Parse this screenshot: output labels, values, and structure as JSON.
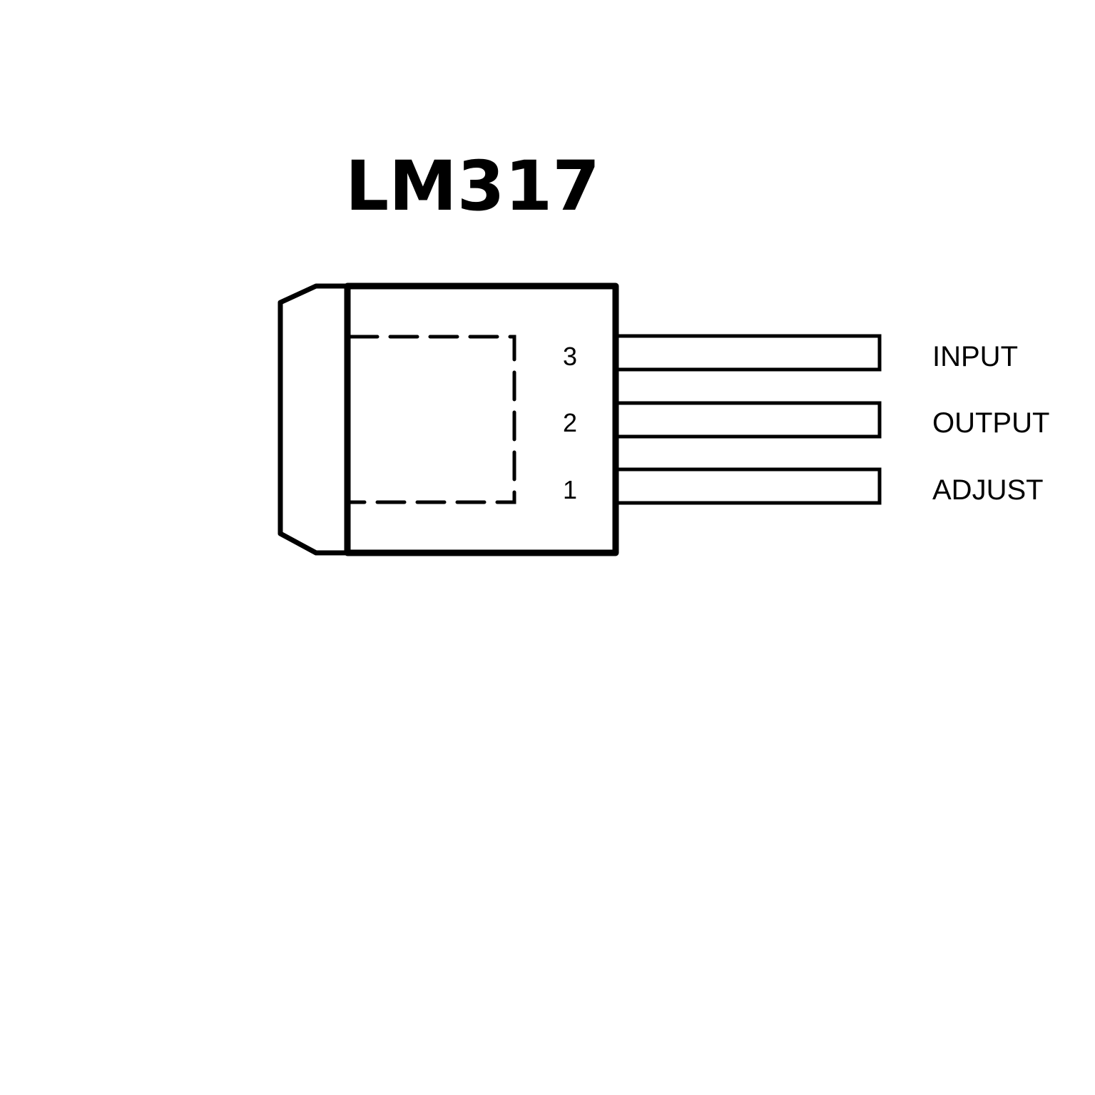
{
  "title": "LM317",
  "pins": [
    {
      "number": "3",
      "name": "INPUT"
    },
    {
      "number": "2",
      "name": "OUTPUT"
    },
    {
      "number": "1",
      "name": "ADJUST"
    }
  ]
}
